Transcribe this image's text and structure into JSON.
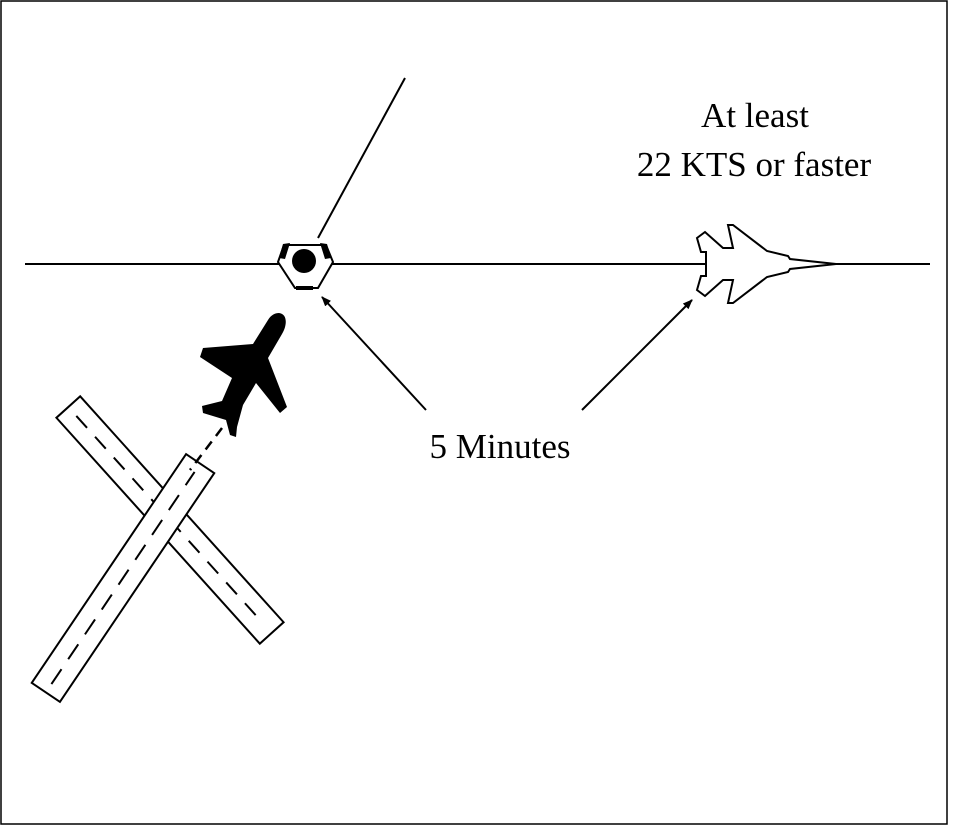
{
  "labels": {
    "speed_line1": "At least",
    "speed_line2": "22 KTS or faster",
    "time": "5 Minutes"
  },
  "icons": [
    "runway-icon",
    "departing-aircraft-icon",
    "vor-navaid-icon",
    "fighter-jet-icon",
    "arrow-icon"
  ],
  "colors": {
    "ink": "#000000",
    "background": "#ffffff"
  }
}
